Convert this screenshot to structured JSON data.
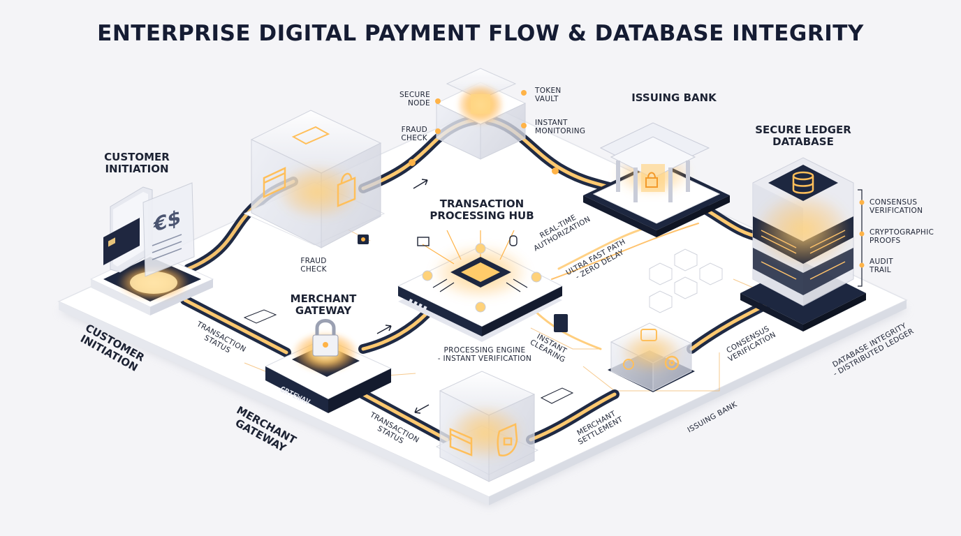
{
  "title": "ENTERPRISE DIGITAL PAYMENT FLOW & DATABASE INTEGRITY",
  "labels": {
    "customer_initiation_top": [
      "CUSTOMER",
      "INITIATION"
    ],
    "customer_initiation_floor": [
      "CUSTOMER",
      "INITIATION"
    ],
    "merchant_gateway_top": [
      "MERCHANT",
      "GATEWAY"
    ],
    "merchant_gateway_floor": [
      "MERCHANT",
      "GATEWAY"
    ],
    "gateway_plate": "GRTEWAV",
    "fraud_check_floor": [
      "FRAUD",
      "CHECK"
    ],
    "secure_node": [
      "SECURE",
      "NODE"
    ],
    "fraud_check_top": [
      "FRAUD",
      "CHECK"
    ],
    "token_vault": [
      "TOKEN",
      "VAULT"
    ],
    "instant_monitoring": [
      "INSTANT",
      "MONITORING"
    ],
    "issuing_bank_top": "ISSUING BANK",
    "issuing_bank_floor": "ISSUING BANK",
    "secure_ledger": [
      "SECURE LEDGER",
      "DATABASE"
    ],
    "consensus_verification_side": [
      "CONSENSUS",
      "VERIFICATION"
    ],
    "cryptographic_proofs": [
      "CRYPTOGRAPHIC",
      "PROOFS"
    ],
    "audit_trail": [
      "AUDIT",
      "TRAIL"
    ],
    "hub_title": [
      "TRANSACTION",
      "PROCESSING HUB"
    ],
    "real_time_authorization": [
      "REAL-TIME",
      "AUTHORIZATION"
    ],
    "ultra_fast_path": [
      "ULTRA FAST PATH",
      "- ZERO DELAY"
    ],
    "processing_engine": [
      "PROCESSING ENGINE",
      "- INSTANT VERIFICATION"
    ],
    "instant_clearing": [
      "INSTANT",
      "CLEARING"
    ],
    "transaction_status_1": [
      "TRANSACTION",
      "STATUS"
    ],
    "transaction_status_2": [
      "TRANSACTION",
      "STATUS"
    ],
    "merchant_settlement": [
      "MERCHANT",
      "SETTLEMENT"
    ],
    "consensus_verification_floor": [
      "CONSENSUS",
      "VERIFICATION"
    ],
    "database_integrity": [
      "DATABASE INTEGRITY",
      "- DISTRIBUTED LEDGER"
    ],
    "euro_dollar_sign": "€$"
  },
  "colors": {
    "accent_orange": "#f7a23c",
    "glow": "#ffcf7a",
    "navy": "#1e2840",
    "platform": "#ffffff",
    "ink": "#1c2233"
  },
  "icons": [
    "credit-card-icon",
    "lock-icon",
    "bank-icon",
    "database-icon",
    "gear-icon",
    "shield-icon",
    "chip-icon"
  ]
}
